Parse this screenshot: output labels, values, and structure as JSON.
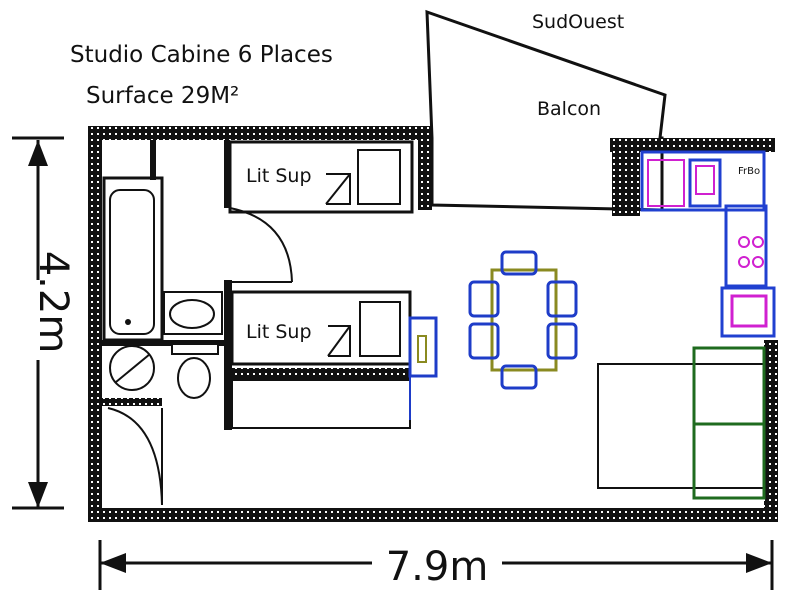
{
  "title": {
    "line1": "Studio Cabine 6 Places",
    "line2": "Surface 29M²"
  },
  "labels": {
    "orientation": "SudOuest",
    "balcony": "Balcon",
    "bed_upper_1": "Lit Sup",
    "bed_upper_2": "Lit Sup",
    "kitchen_mark": "FrBo"
  },
  "dimensions": {
    "width": "7.9m",
    "height": "4.2m"
  },
  "colors": {
    "wall": "#111111",
    "furniture": "#000000",
    "table_blue": "#1e3cc8",
    "kitchen_blue": "#2040d0",
    "kitchen_magenta": "#d020d0",
    "sofa_green": "#1f6b1f",
    "table_olive": "#8a8a20"
  }
}
